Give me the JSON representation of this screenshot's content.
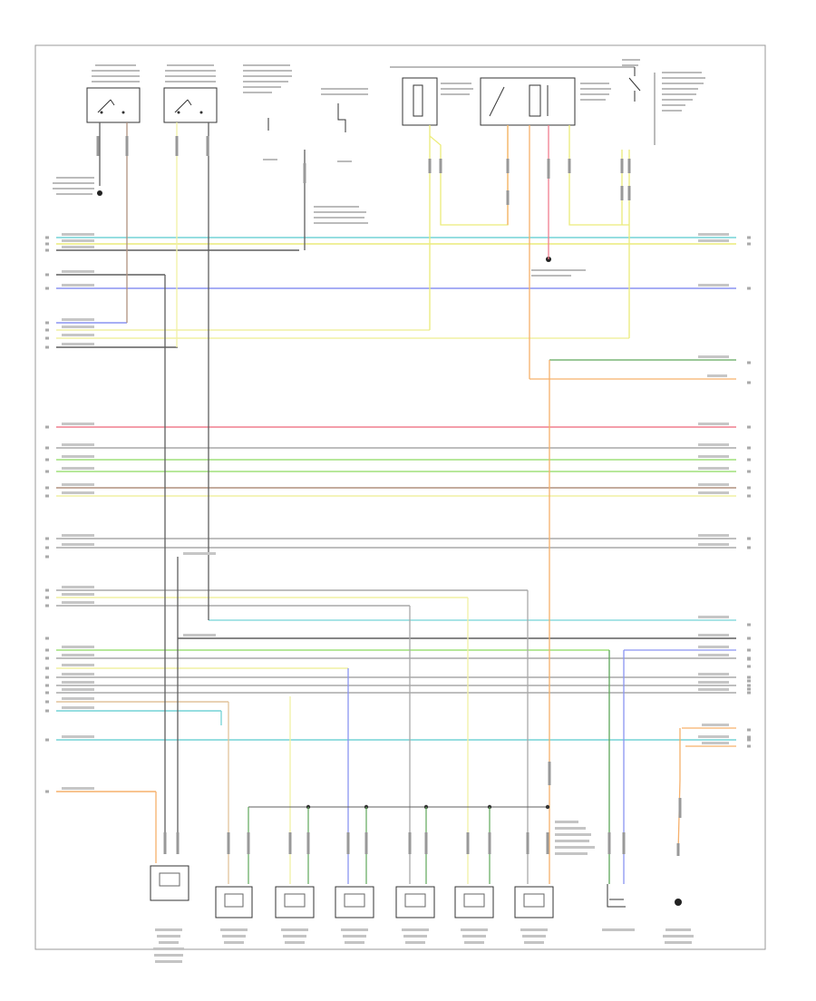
{
  "page_label": "",
  "wire_colors": {
    "teal": "#74d3d6",
    "yellow": "#ecec7a",
    "lightyellow": "#f1f0a4",
    "gray": "#a9a9a9",
    "darkgray": "#5f5f5f",
    "blue": "#8a94f2",
    "red": "#f07e8e",
    "green": "#9fe07a",
    "tan": "#e2c49b",
    "orange": "#f6b06b",
    "brown": "#b0917f",
    "darkgreen": "#5fa85a"
  },
  "top_components": [
    {
      "id": "switch-1",
      "lines": [
        "",
        "",
        "",
        ""
      ]
    },
    {
      "id": "switch-2",
      "lines": [
        "",
        "",
        "",
        ""
      ]
    },
    {
      "id": "sensor-3",
      "lines": [
        "",
        "",
        "",
        ""
      ]
    },
    {
      "id": "sensor-4",
      "lines": [
        "",
        ""
      ]
    },
    {
      "id": "relay-5",
      "lines": [
        "",
        "",
        ""
      ]
    },
    {
      "id": "relay-6",
      "lines": [
        "",
        "",
        "",
        ""
      ]
    },
    {
      "id": "relay-7",
      "lines": [
        "",
        "",
        "",
        "",
        "",
        ""
      ]
    }
  ],
  "bottom_components": [
    {
      "id": "injector-1",
      "lines": [
        "",
        "",
        "",
        "",
        "",
        ""
      ]
    },
    {
      "id": "injector-2",
      "lines": [
        "",
        "",
        ""
      ]
    },
    {
      "id": "injector-3",
      "lines": [
        "",
        "",
        ""
      ]
    },
    {
      "id": "injector-4",
      "lines": [
        "",
        "",
        ""
      ]
    },
    {
      "id": "injector-5",
      "lines": [
        "",
        "",
        ""
      ]
    },
    {
      "id": "injector-6",
      "lines": [
        "",
        "",
        ""
      ]
    },
    {
      "id": "injector-7",
      "lines": [
        "",
        "",
        ""
      ]
    },
    {
      "id": "sensor-8",
      "lines": [
        ""
      ]
    },
    {
      "id": "ground-9",
      "lines": [
        "",
        "",
        ""
      ]
    }
  ]
}
